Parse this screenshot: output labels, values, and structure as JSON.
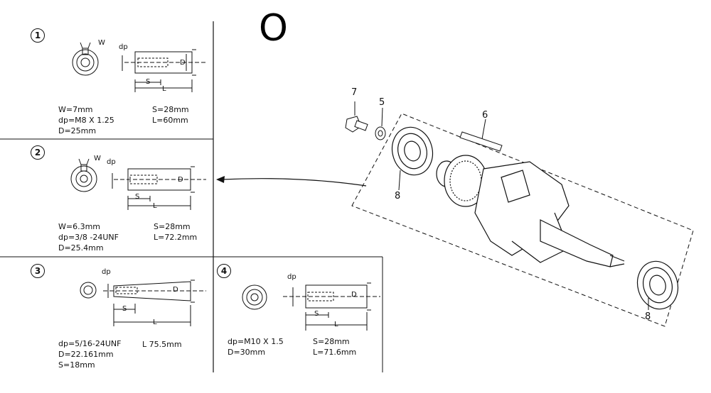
{
  "section_letter": "O",
  "variants": [
    {
      "num": "1",
      "specs": [
        "W=7mm",
        "dp=M8 X 1.25",
        "D=25mm",
        "S=28mm",
        "L=60mm"
      ]
    },
    {
      "num": "2",
      "specs": [
        "W=6.3mm",
        "dp=3/8 -24UNF",
        "D=25.4mm",
        "S=28mm",
        "L=72.2mm"
      ]
    },
    {
      "num": "3",
      "specs": [
        "dp=5/16-24UNF",
        "D=22.161mm",
        "S=18mm",
        "L 75.5mm"
      ]
    },
    {
      "num": "4",
      "specs": [
        "dp=M10 X 1.5",
        "D=30mm",
        "S=28mm",
        "L=71.6mm"
      ]
    }
  ],
  "dim_labels": {
    "w": "W",
    "dp": "dp",
    "d": "D",
    "s": "S",
    "l": "L"
  },
  "part_labels": {
    "p7": "7",
    "p5": "5",
    "p6": "6",
    "p8a": "8",
    "p8b": "8"
  }
}
